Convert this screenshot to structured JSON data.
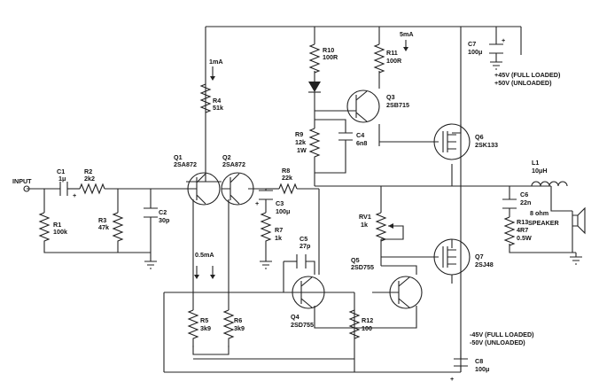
{
  "supply": {
    "pos": "+45V (FULL LOADED)",
    "pos_unloaded": "+50V (UNLOADED)",
    "neg": "-45V (FULL LOADED)",
    "neg_unloaded": "-50V (UNLOADED)"
  },
  "input_label": "INPUT",
  "currents": {
    "i_1ma": "1mA",
    "i_5ma": "5mA",
    "i_05ma": "0.5mA"
  },
  "components": {
    "c1": {
      "ref": "C1",
      "value": "1μ"
    },
    "r1": {
      "ref": "R1",
      "value": "100k"
    },
    "r2": {
      "ref": "R2",
      "value": "2k2"
    },
    "r3": {
      "ref": "R3",
      "value": "47k"
    },
    "c2": {
      "ref": "C2",
      "value": "30p"
    },
    "q1": {
      "ref": "Q1",
      "value": "2SA872"
    },
    "q2": {
      "ref": "Q2",
      "value": "2SA872"
    },
    "r4": {
      "ref": "R4",
      "value": "51k"
    },
    "r5": {
      "ref": "R5",
      "value": "3k9"
    },
    "r6": {
      "ref": "R6",
      "value": "3k9"
    },
    "r8": {
      "ref": "R8",
      "value": "22k"
    },
    "c3": {
      "ref": "C3",
      "value": "100μ"
    },
    "r7": {
      "ref": "R7",
      "value": "1k"
    },
    "c5": {
      "ref": "C5",
      "value": "27p"
    },
    "q4": {
      "ref": "Q4",
      "value": "2SD755"
    },
    "q5": {
      "ref": "Q5",
      "value": "2SD755"
    },
    "r12": {
      "ref": "R12",
      "value": "100"
    },
    "r10": {
      "ref": "R10",
      "value": "100R"
    },
    "r9": {
      "ref": "R9",
      "value": "12k",
      "value2": "1W"
    },
    "c4": {
      "ref": "C4",
      "value": "6n8"
    },
    "r11": {
      "ref": "R11",
      "value": "100R"
    },
    "q3": {
      "ref": "Q3",
      "value": "2SB715"
    },
    "rv1": {
      "ref": "RV1",
      "value": "1k"
    },
    "q6": {
      "ref": "Q6",
      "value": "2SK133"
    },
    "q7": {
      "ref": "Q7",
      "value": "2SJ48"
    },
    "c7": {
      "ref": "C7",
      "value": "100μ"
    },
    "c8": {
      "ref": "C8",
      "value": "100μ"
    },
    "l1": {
      "ref": "L1",
      "value": "10μH"
    },
    "c6": {
      "ref": "C6",
      "value": "22n"
    },
    "r13": {
      "ref": "R13",
      "value": "4R7",
      "value2": "0.5W"
    },
    "speaker": {
      "value": "8 ohm",
      "label": "SPEAKER"
    }
  }
}
